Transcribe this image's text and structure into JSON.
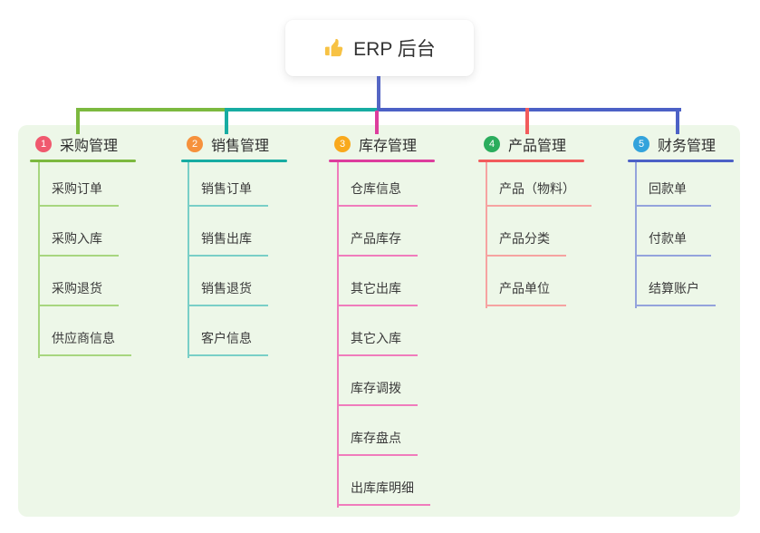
{
  "root": {
    "icon": "thumbs-up-icon",
    "label": "ERP 后台"
  },
  "branches": [
    {
      "num": "1",
      "label": "采购管理",
      "color": "#7cb93f",
      "light": "#a7d67f",
      "badge": "#f0596e",
      "children": [
        "采购订单",
        "采购入库",
        "采购退货",
        "供应商信息"
      ]
    },
    {
      "num": "2",
      "label": "销售管理",
      "color": "#17aca2",
      "light": "#79cfc7",
      "badge": "#f6913c",
      "children": [
        "销售订单",
        "销售出库",
        "销售退货",
        "客户信息"
      ]
    },
    {
      "num": "3",
      "label": "库存管理",
      "color": "#dd3d9d",
      "light": "#f07cbc",
      "badge": "#f9a91c",
      "children": [
        "仓库信息",
        "产品库存",
        "其它出库",
        "其它入库",
        "库存调拨",
        "库存盘点",
        "出库库明细"
      ]
    },
    {
      "num": "4",
      "label": "产品管理",
      "color": "#f25b5c",
      "light": "#f6a3a1",
      "badge": "#2bad5d",
      "children": [
        "产品（物料）",
        "产品分类",
        "产品单位"
      ]
    },
    {
      "num": "5",
      "label": "财务管理",
      "color": "#4c61c6",
      "light": "#94a3dc",
      "badge": "#33a3dc",
      "children": [
        "回款单",
        "付款单",
        "结算账户"
      ]
    }
  ],
  "colors": {
    "panel_bg": "#edf7e8",
    "root_line": "#5566c4",
    "icon_color": "#f7c244",
    "title_text": "#2e2e2e",
    "child_text": "#3a3a3a"
  }
}
